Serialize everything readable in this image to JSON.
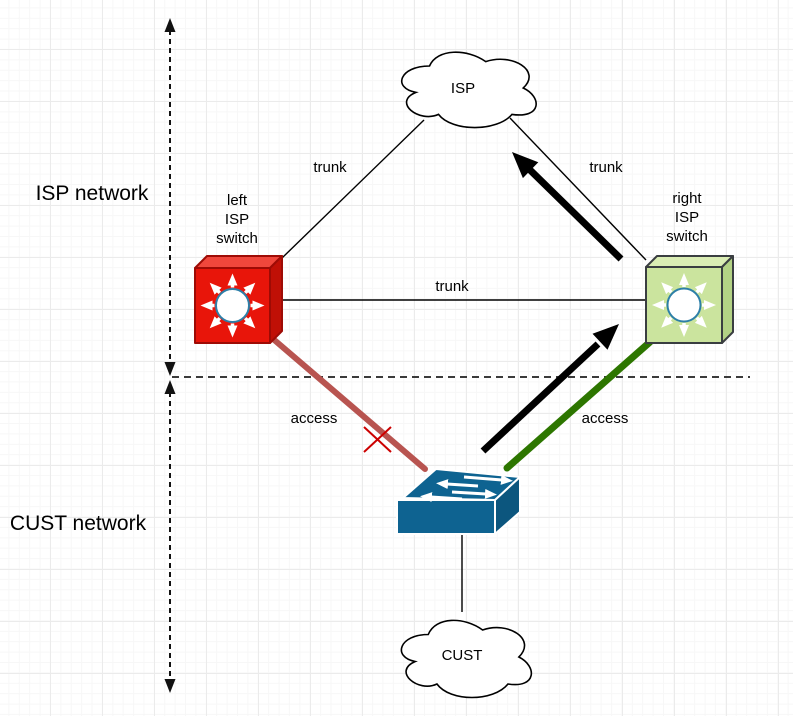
{
  "regions": {
    "isp_network_label": "ISP network",
    "cust_network_label": "CUST network"
  },
  "nodes": {
    "isp_cloud": {
      "label": "ISP"
    },
    "cust_cloud": {
      "label": "CUST"
    },
    "left_isp_switch": {
      "line1": "left",
      "line2": "ISP",
      "line3": "switch"
    },
    "right_isp_switch": {
      "line1": "right",
      "line2": "ISP",
      "line3": "switch"
    }
  },
  "edges": {
    "trunk_cloud_left": "trunk",
    "trunk_cloud_right": "trunk",
    "trunk_switch_to_switch": "trunk",
    "access_left": "access",
    "access_right": "access"
  },
  "colors": {
    "left_switch_fill": "#e8150a",
    "left_switch_stroke": "#9e0b05",
    "right_switch_fill": "#cbe49e",
    "right_switch_stroke": "#3a3e41",
    "cust_switch_fill": "#0e6391",
    "access_blocked": "#b85450",
    "access_active": "#2d7600",
    "flow_arrow": "#000000",
    "blocked_cross": "#cc0000"
  }
}
